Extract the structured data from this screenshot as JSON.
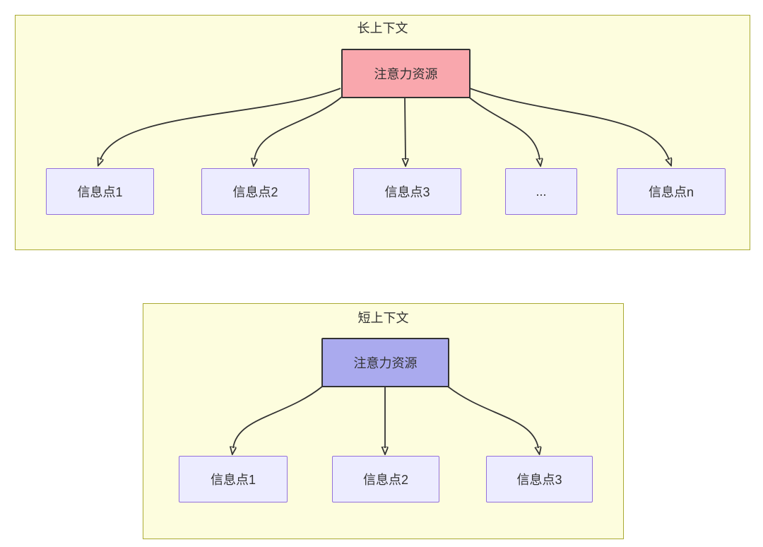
{
  "diagram": {
    "long_context": {
      "title": "长上下文",
      "root": {
        "label": "注意力资源",
        "fill": "#f9a7ad",
        "border": "#333333"
      },
      "children": [
        {
          "label": "信息点1"
        },
        {
          "label": "信息点2"
        },
        {
          "label": "信息点3"
        },
        {
          "label": "..."
        },
        {
          "label": "信息点n"
        }
      ],
      "edges": [
        {
          "from": "注意力资源",
          "to": "信息点1"
        },
        {
          "from": "注意力资源",
          "to": "信息点2"
        },
        {
          "from": "注意力资源",
          "to": "信息点3"
        },
        {
          "from": "注意力资源",
          "to": "..."
        },
        {
          "from": "注意力资源",
          "to": "信息点n"
        }
      ]
    },
    "short_context": {
      "title": "短上下文",
      "root": {
        "label": "注意力资源",
        "fill": "#aaaaee",
        "border": "#333333"
      },
      "children": [
        {
          "label": "信息点1"
        },
        {
          "label": "信息点2"
        },
        {
          "label": "信息点3"
        }
      ],
      "edges": [
        {
          "from": "注意力资源",
          "to": "信息点1"
        },
        {
          "from": "注意力资源",
          "to": "信息点2"
        },
        {
          "from": "注意力资源",
          "to": "信息点3"
        }
      ]
    },
    "colors": {
      "subgraph_fill": "#fdfdde",
      "subgraph_border": "#aaaa33",
      "child_node_fill": "#ececff",
      "child_node_border": "#9370db",
      "arrow": "#333333",
      "text": "#333333",
      "page_background": "#ffffff"
    }
  }
}
